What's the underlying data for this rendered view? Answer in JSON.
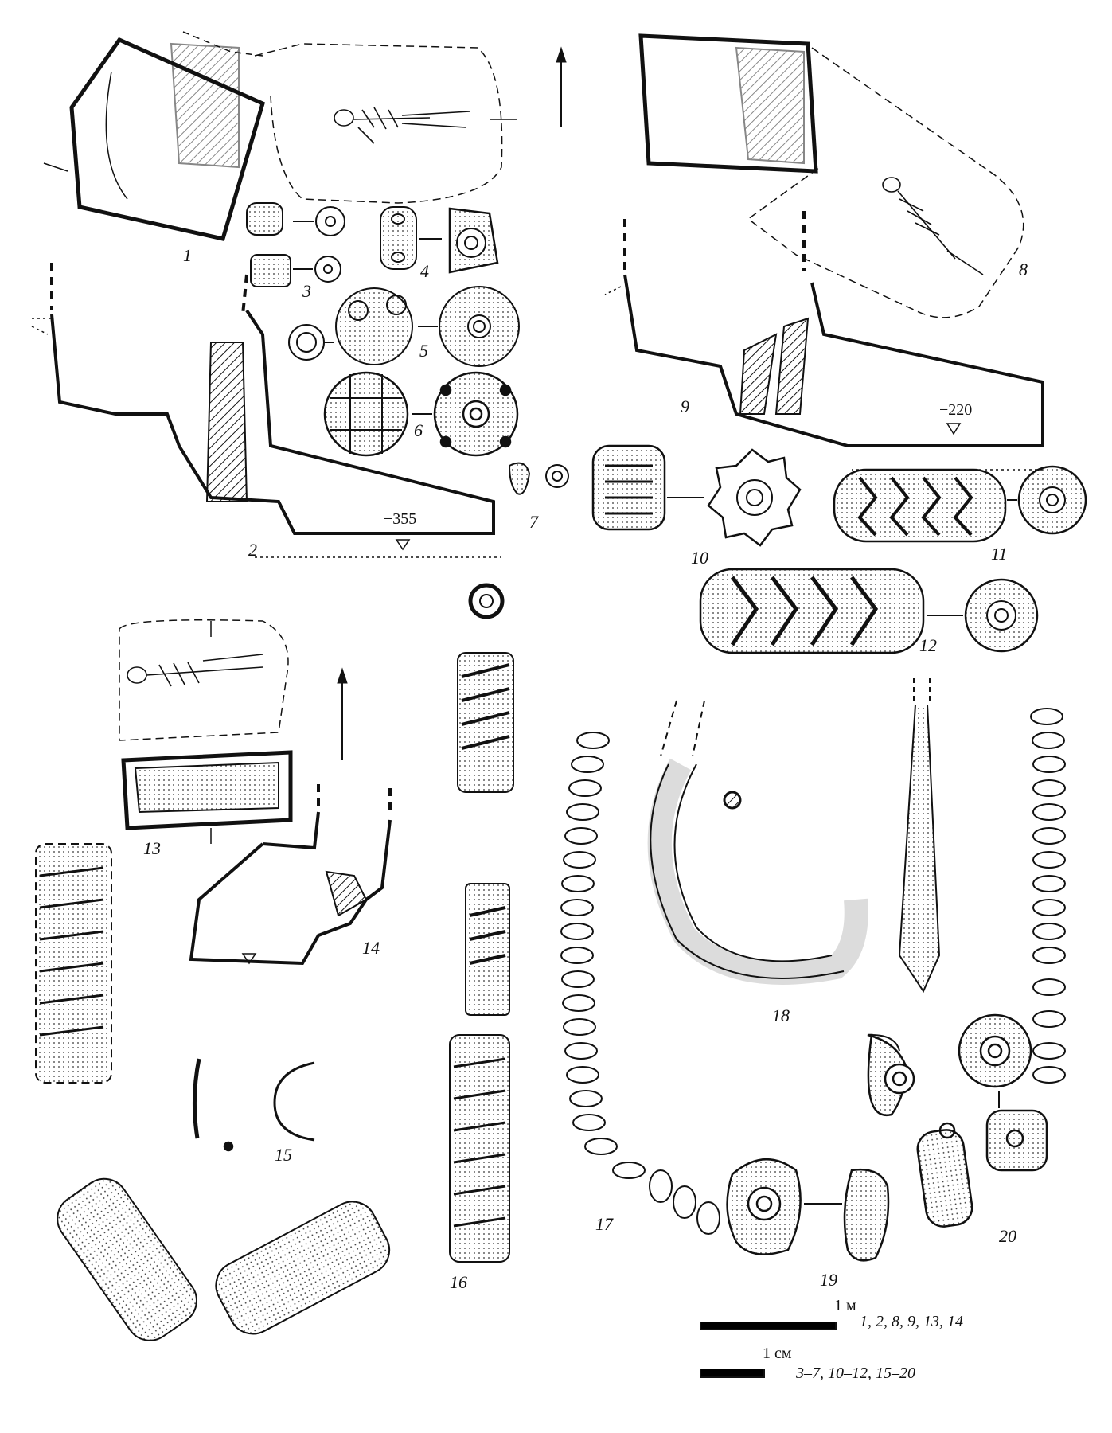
{
  "labels": {
    "f1": "1",
    "f2": "2",
    "f3": "3",
    "f4": "4",
    "f5": "5",
    "f6": "6",
    "f7": "7",
    "f8": "8",
    "f9": "9",
    "f10": "10",
    "f11": "11",
    "f12": "12",
    "f13": "13",
    "f14": "14",
    "f15": "15",
    "f16": "16",
    "f17": "17",
    "f18": "18",
    "f19": "19",
    "f20": "20"
  },
  "depths": {
    "d355": "−355",
    "d220": "−220"
  },
  "scale": {
    "meter_label": "1 м",
    "meter_refs": "1, 2, 8, 9, 13, 14",
    "cm_label": "1 см",
    "cm_refs": "3–7, 10–12, 15–20"
  }
}
